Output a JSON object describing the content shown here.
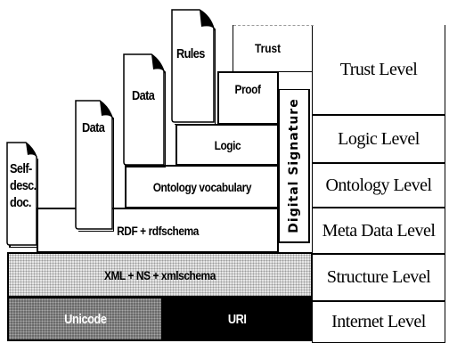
{
  "layers": {
    "unicode": "Unicode",
    "uri": "URI",
    "xml": "XML + NS + xmlschema",
    "rdf": "RDF + rdfschema",
    "ontology": "Ontology vocabulary",
    "logic": "Logic",
    "proof": "Proof",
    "trust": "Trust",
    "digital_signature": "Digital Signature"
  },
  "documents": {
    "self_desc": [
      "Self-",
      "desc.",
      "doc."
    ],
    "data1": "Data",
    "data2": "Data",
    "rules": "Rules"
  },
  "levels": {
    "trust": "Trust Level",
    "logic": "Logic Level",
    "ontology": "Ontology Level",
    "meta_data": "Meta Data Level",
    "structure": "Structure Level",
    "internet": "Internet Level"
  }
}
